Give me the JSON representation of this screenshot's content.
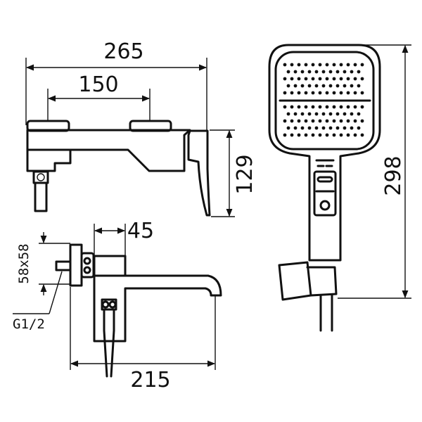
{
  "dimensions": {
    "width_top": "265",
    "inlet_spacing": "150",
    "height_side": "129",
    "handshower_height": "298",
    "depth_valve": "45",
    "plate_size": "58x58",
    "thread_spec": "G1/2",
    "spout_reach": "215"
  },
  "colors": {
    "line": "#111111",
    "background": "#ffffff"
  }
}
